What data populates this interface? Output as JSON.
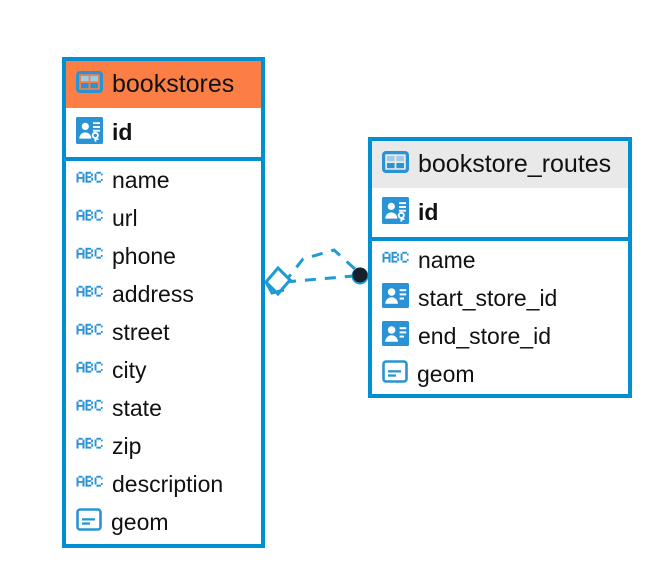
{
  "diagram": {
    "type": "entity-relationship-diagram",
    "background": "#ffffff",
    "accent_blue": "#008fd0",
    "accent_orange": "#fb7f44",
    "header_gray": "#e9e9e9",
    "text_color": "#111111"
  },
  "entities": [
    {
      "name": "bookstores",
      "header_color": "#fb7f44",
      "table_icon": "table-icon",
      "primary_key": {
        "label": "id",
        "icon": "primary-key-icon"
      },
      "fields": [
        {
          "label": "name",
          "icon": "abc-text-icon"
        },
        {
          "label": "url",
          "icon": "abc-text-icon"
        },
        {
          "label": "phone",
          "icon": "abc-text-icon"
        },
        {
          "label": "address",
          "icon": "abc-text-icon"
        },
        {
          "label": "street",
          "icon": "abc-text-icon"
        },
        {
          "label": "city",
          "icon": "abc-text-icon"
        },
        {
          "label": "state",
          "icon": "abc-text-icon"
        },
        {
          "label": "zip",
          "icon": "abc-text-icon"
        },
        {
          "label": "description",
          "icon": "abc-text-icon"
        },
        {
          "label": "geom",
          "icon": "geometry-icon"
        }
      ]
    },
    {
      "name": "bookstore_routes",
      "header_color": "#e9e9e9",
      "table_icon": "table-icon",
      "primary_key": {
        "label": "id",
        "icon": "primary-key-icon"
      },
      "fields": [
        {
          "label": "name",
          "icon": "abc-text-icon"
        },
        {
          "label": "start_store_id",
          "icon": "foreign-key-icon"
        },
        {
          "label": "end_store_id",
          "icon": "foreign-key-icon"
        },
        {
          "label": "geom",
          "icon": "geometry-icon"
        }
      ]
    }
  ],
  "relationship": {
    "from_entity": "bookstores",
    "to_entity": "bookstore_routes",
    "line_style": "dashed",
    "line_color": "#1f9bd1",
    "source_marker": "rhombus-marker",
    "target_marker": "filled-circle-marker",
    "target_marker_color": "#16212c"
  }
}
